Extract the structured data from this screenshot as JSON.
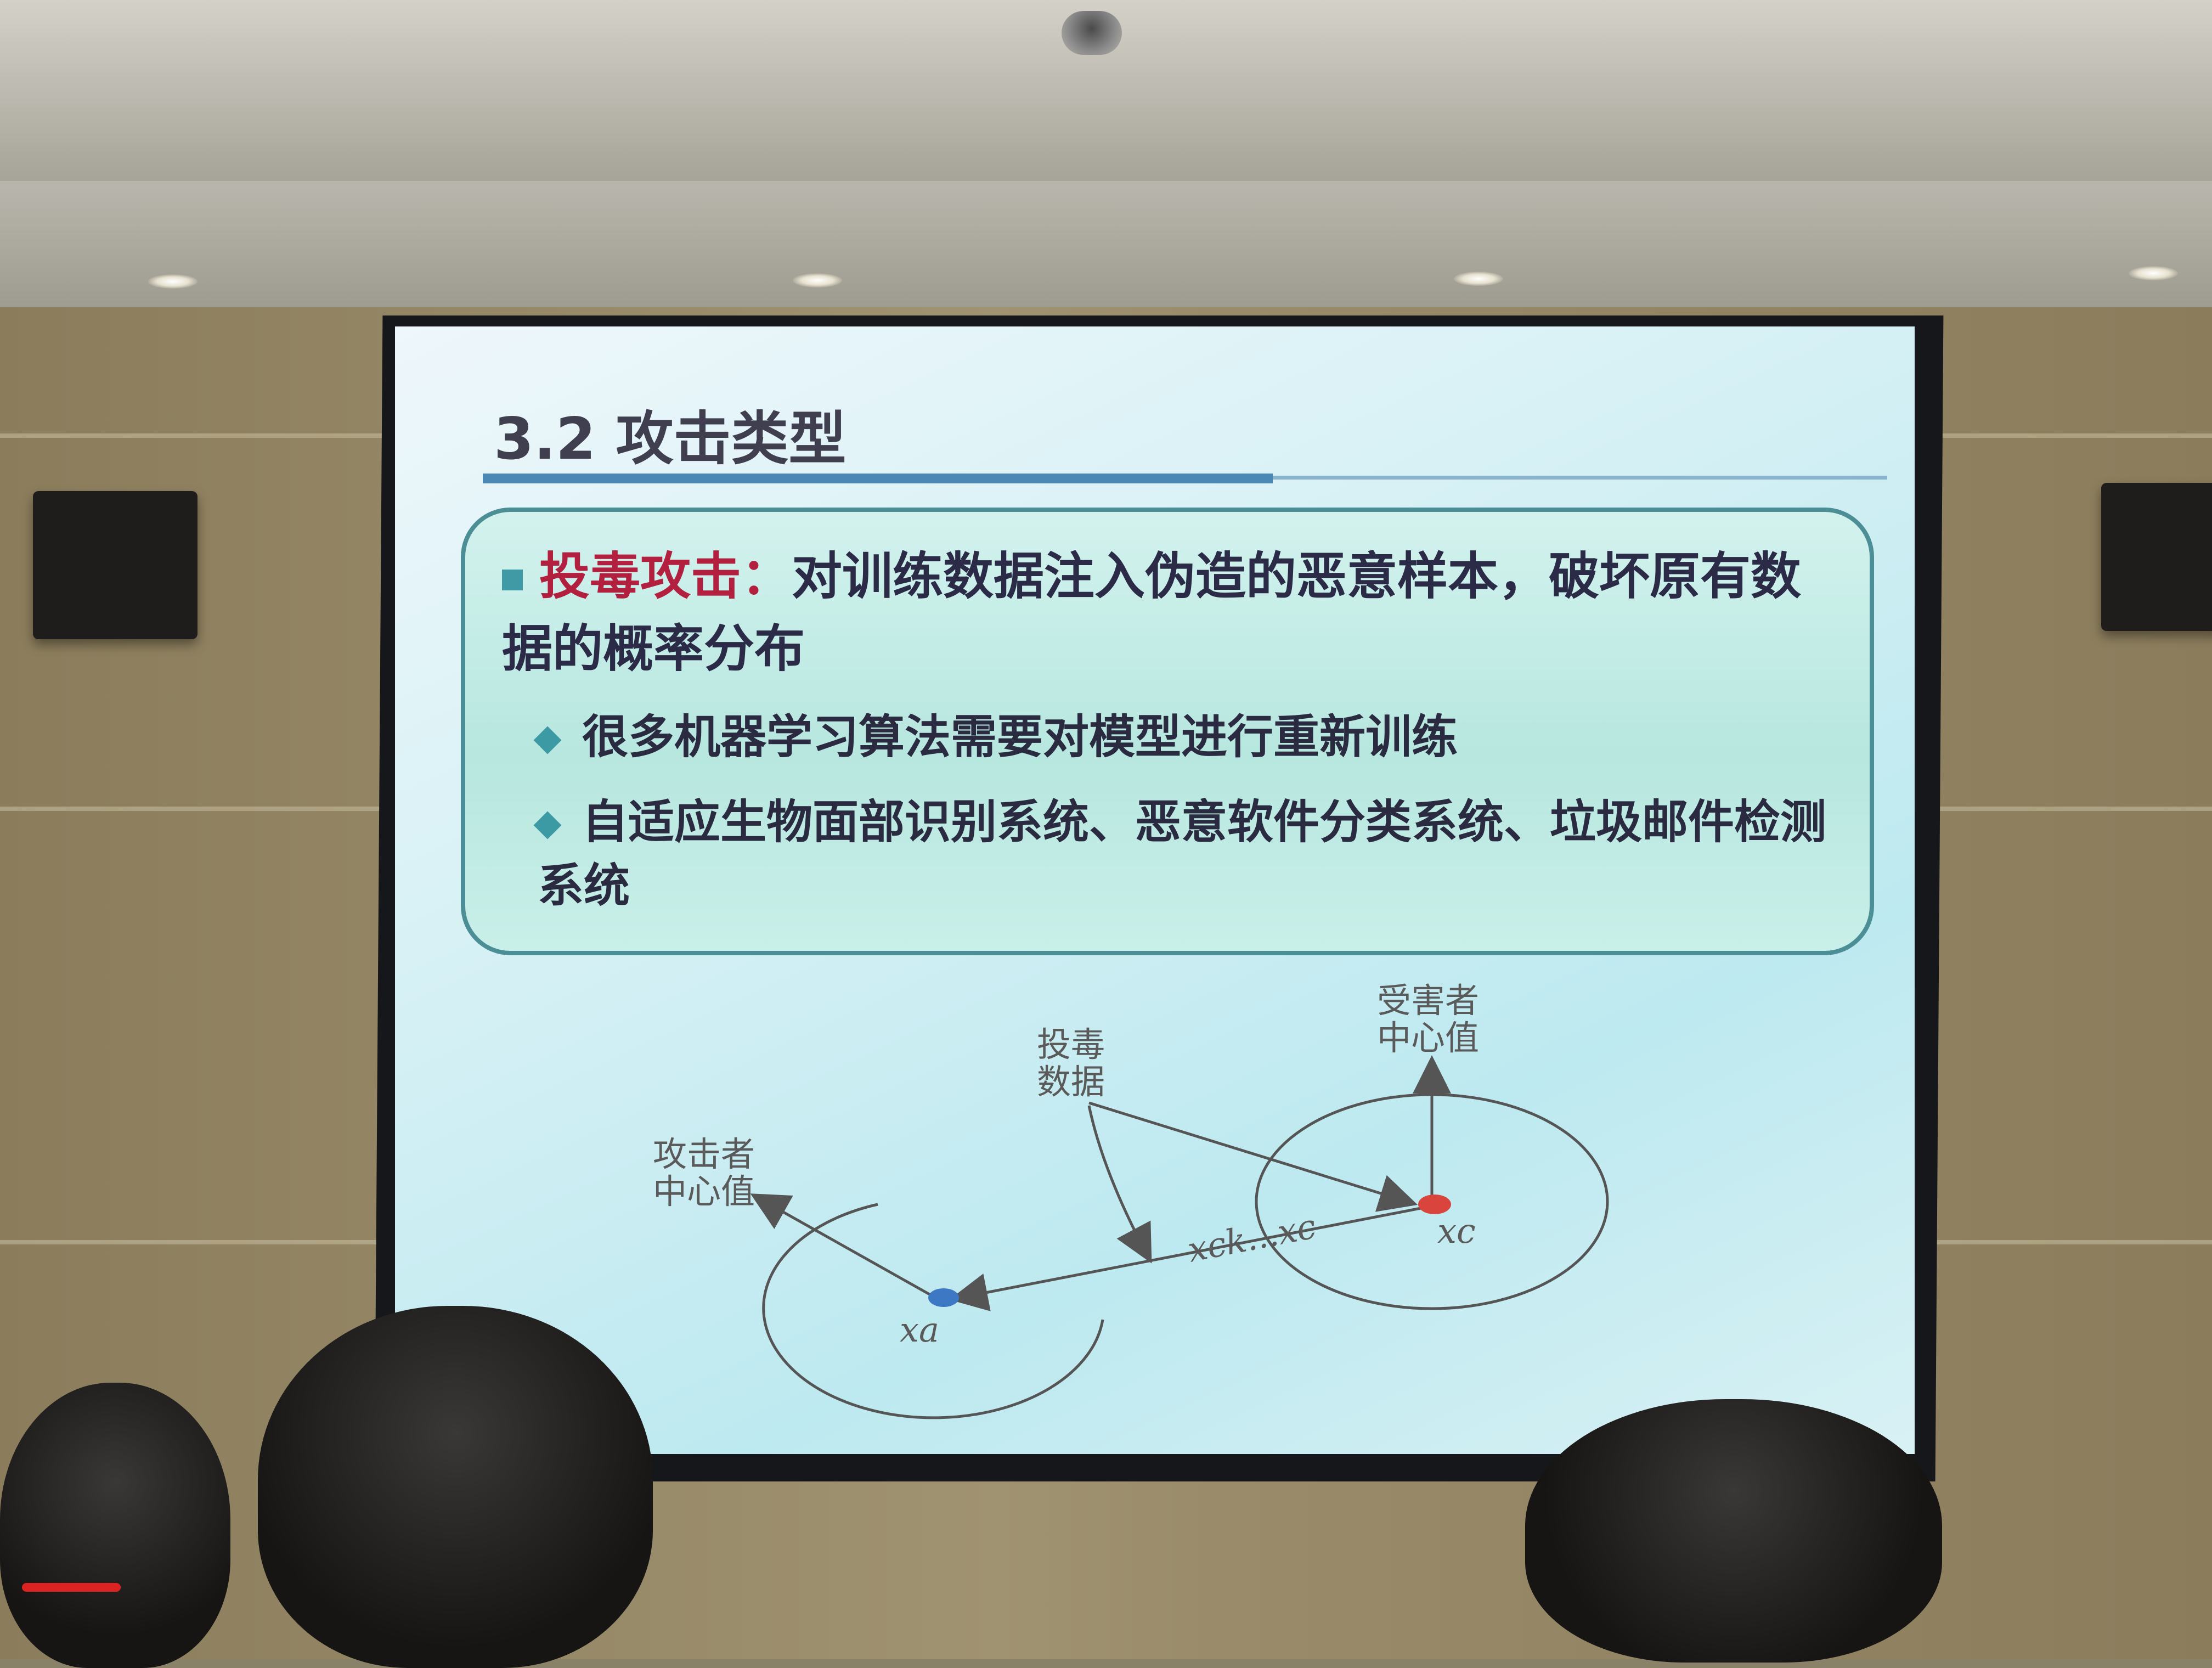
{
  "slide": {
    "title": "3.2 攻击类型",
    "bullet_main_label": "投毒攻击：",
    "bullet_main_text": "对训练数据注入伪造的恶意样本，破坏原有数据的概率分布",
    "sub_bullets": [
      "很多机器学习算法需要对模型进行重新训练",
      "自适应生物面部识别系统、恶意软件分类系统、垃圾邮件检测系统"
    ]
  },
  "diagram": {
    "attacker_center_label": [
      "攻击者",
      "中心值"
    ],
    "poison_data_label": [
      "投毒",
      "数据"
    ],
    "victim_center_label": [
      "受害者",
      "中心值"
    ],
    "xa_label": "xa",
    "xc_label": "xc",
    "xck_label": "xck...xc",
    "colors": {
      "attacker_point": "#3d78c4",
      "victim_point": "#d9453d",
      "lines": "#555555"
    }
  }
}
